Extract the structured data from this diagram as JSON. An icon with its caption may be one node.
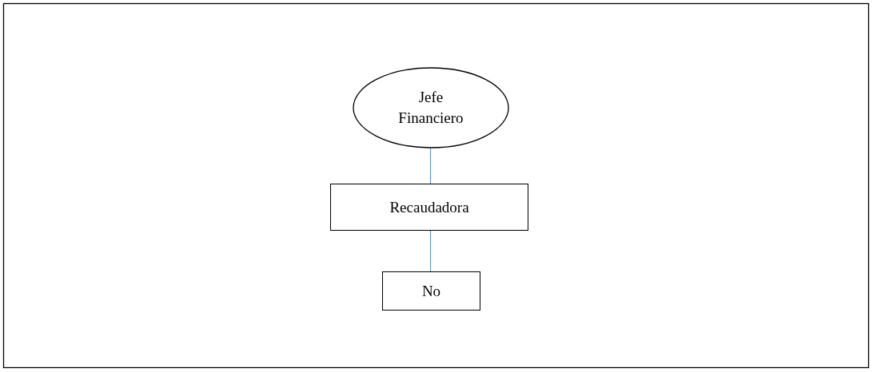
{
  "diagram": {
    "nodes": [
      {
        "text": [
          "Jefe Financiero"
        ]
      },
      {
        "text": [
          "Recaudadora"
        ]
      },
      {
        "text": [
          "No"
        ]
      }
    ],
    "edges": [
      {
        "from": 0,
        "to": 1,
        "arrow": "none"
      },
      {
        "from": 1,
        "to": 2,
        "arrow": "none"
      }
    ]
  }
}
